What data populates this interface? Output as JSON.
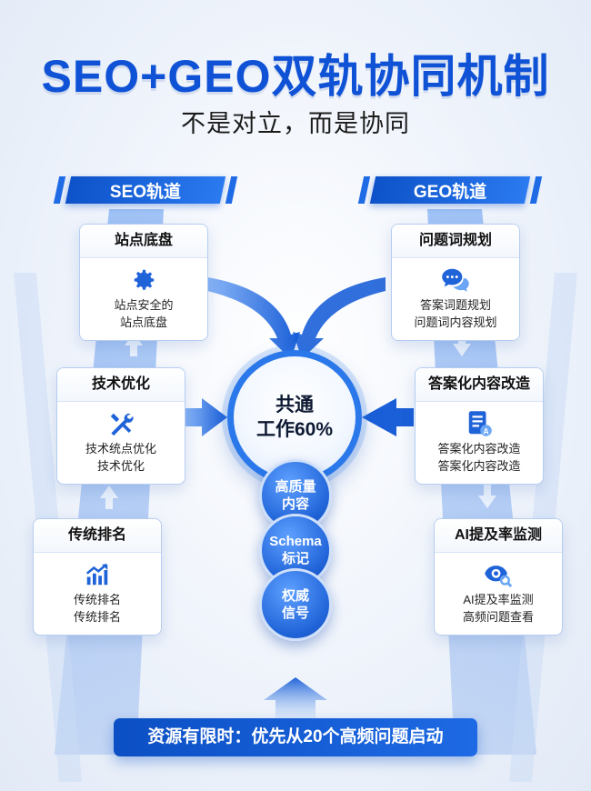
{
  "title": "SEO+GEO双轨协同机制",
  "subtitle": "不是对立，而是协同",
  "seo_track": {
    "label": "SEO轨道",
    "cards": [
      {
        "title": "站点底盘",
        "icon": "gear-icon",
        "lines": [
          "站点安全的",
          "站点底盘"
        ]
      },
      {
        "title": "技术优化",
        "icon": "tools-icon",
        "lines": [
          "技术统点优化",
          "技术优化"
        ]
      },
      {
        "title": "传统排名",
        "icon": "chart-up-icon",
        "lines": [
          "传统排名",
          "传统排名"
        ]
      }
    ]
  },
  "geo_track": {
    "label": "GEO轨道",
    "cards": [
      {
        "title": "问题词规划",
        "icon": "chat-bubbles-icon",
        "lines": [
          "答案词题规划",
          "问题词内容规划"
        ]
      },
      {
        "title": "答案化内容改造",
        "icon": "document-icon",
        "lines": [
          "答案化内容改造",
          "答案化内容改造"
        ]
      },
      {
        "title": "AI提及率监测",
        "icon": "eye-search-icon",
        "lines": [
          "AI提及率监测",
          "高频问题查看"
        ]
      }
    ]
  },
  "center": {
    "line1": "共通",
    "line2": "工作60%"
  },
  "bubbles": [
    {
      "line1": "高质量",
      "line2": "内容"
    },
    {
      "line1": "Schema",
      "line2": "标记"
    },
    {
      "line1": "权威",
      "line2": "信号"
    }
  ],
  "footer": "资源有限时：优先从20个高频问题启动",
  "colors": {
    "primary": "#0f52d6",
    "accent": "#2a78ea",
    "background": "#eef3fb"
  }
}
